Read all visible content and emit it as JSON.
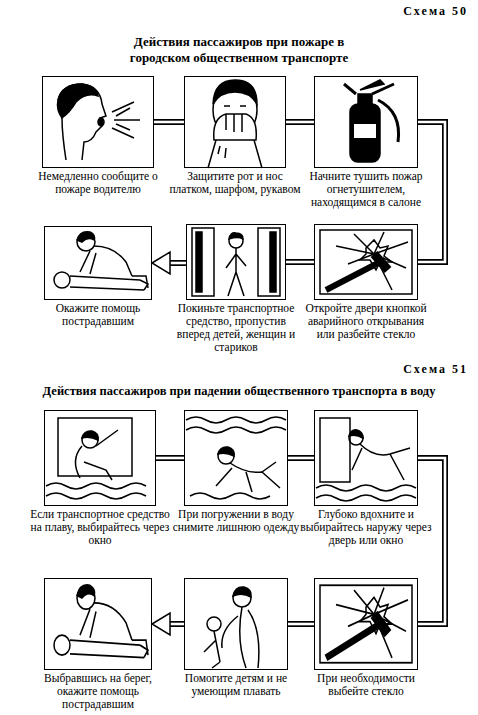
{
  "diagram": {
    "title": "Действия пассажиров при пожаре в городском общественном транспорте",
    "nodes": [
      {
        "text": [
          "Немедленно сообщите о пожаре водителю"
        ]
      },
      {
        "text": [
          "Защитите рот и нос платком, шарфом, рукавом"
        ]
      },
      {
        "text": [
          "Начните тушить пожар огнетушителем, находящимся в салоне"
        ]
      },
      {
        "text": [
          "Окажите помощь пострадавшим"
        ]
      },
      {
        "text": [
          "Покиньте транспортное средство, пропустив вперед детей, женщин и стариков"
        ]
      },
      {
        "text": [
          "Откройте двери кнопкой аварийного открывания или разбейте стекло"
        ]
      },
      {
        "text": [
          "Если транспортное средство на плаву, выбирайтесь через окно"
        ]
      },
      {
        "text": [
          "При погружении в воду снимите лишнюю одежду"
        ]
      },
      {
        "text": [
          "Глубоко вдохните и выбирайтесь наружу через дверь или окно"
        ]
      },
      {
        "text": [
          "Выбравшись на берег, окажите помощь пострадавшим"
        ]
      },
      {
        "text": [
          "Помогите детям и не умеющим плавать"
        ]
      },
      {
        "text": [
          "При необходимости выбейте стекло"
        ]
      }
    ],
    "edges": [
      {
        "from": 0,
        "to": 1,
        "arrow": "none"
      },
      {
        "from": 1,
        "to": 2,
        "arrow": "none"
      },
      {
        "from": 2,
        "to": 5,
        "arrow": "none"
      },
      {
        "from": 5,
        "to": 4,
        "arrow": "none"
      },
      {
        "from": 4,
        "to": 3,
        "arrow": "to"
      },
      {
        "from": 6,
        "to": 7,
        "arrow": "none"
      },
      {
        "from": 7,
        "to": 8,
        "arrow": "none"
      },
      {
        "from": 8,
        "to": 11,
        "arrow": "none"
      },
      {
        "from": 11,
        "to": 10,
        "arrow": "none"
      },
      {
        "from": 10,
        "to": 9,
        "arrow": "to"
      }
    ],
    "labels": [
      "Схема 50",
      "Схема 51",
      "Действия пассажиров при падении общественного транспорта в воду"
    ]
  }
}
